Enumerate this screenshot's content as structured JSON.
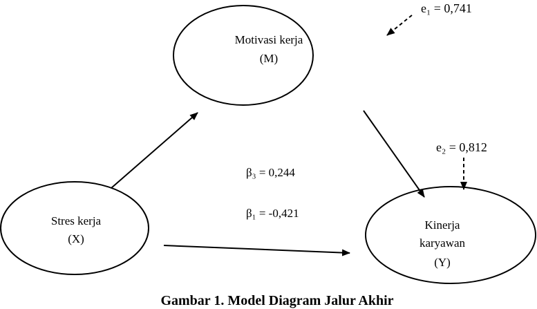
{
  "nodes": {
    "m": {
      "line1": "Motivasi kerja",
      "line2": "(M)"
    },
    "x": {
      "line1": "Stres kerja",
      "line2": "(X)"
    },
    "y": {
      "line1": "Kinerja",
      "line2": "karyawan",
      "line3": "(Y)"
    }
  },
  "errors": {
    "e1": "e₁ = 0,741",
    "e2": "e₂ = 0,812"
  },
  "coefficients": {
    "beta3": "β₃ = 0,244",
    "beta1": "β₁ = -0,421"
  },
  "caption": "Gambar 1. Model Diagram Jalur Akhir",
  "colors": {
    "stroke": "#000000",
    "background": "#ffffff"
  }
}
